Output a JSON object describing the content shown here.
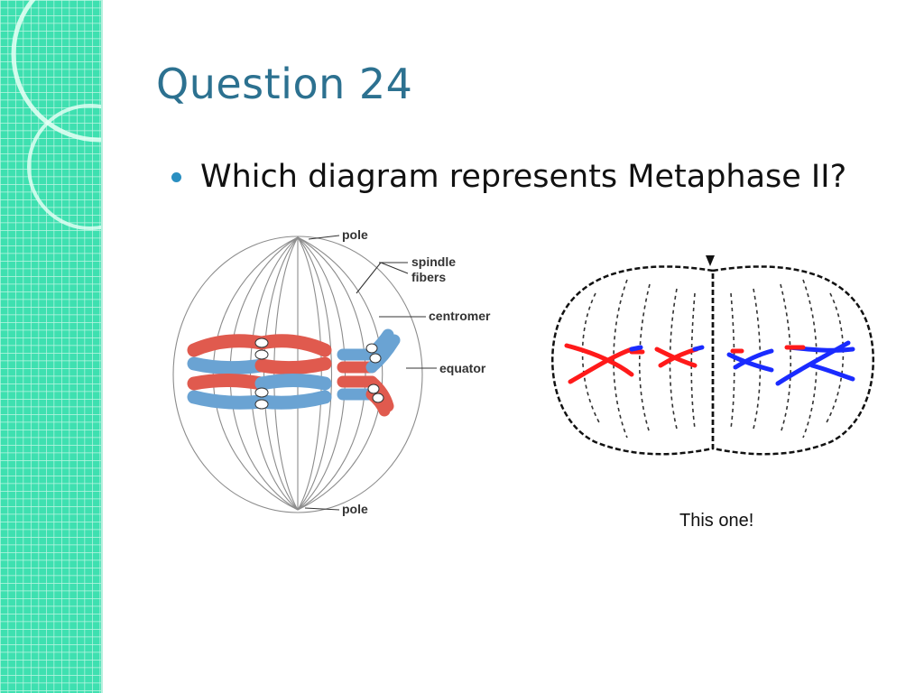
{
  "slide": {
    "title": "Question 24",
    "bullet": "Which diagram represents Metaphase II?",
    "caption": "This one!"
  },
  "diagram_left": {
    "labels": {
      "pole_top": "pole",
      "spindle": "spindle",
      "fibers": "fibers",
      "centromere": "centromer",
      "equator": "equator",
      "pole_bottom": "pole"
    }
  },
  "colors": {
    "sidebar_bg": "#3ee0b0",
    "sidebar_grid": "#ffffff",
    "title": "#2c7190",
    "bullet": "#2a8fc1",
    "chromosome_red": "#e05a4e",
    "chromosome_blue": "#6aa3d3",
    "cell_red": "#ff1a1a",
    "cell_blue": "#1a2bff"
  }
}
